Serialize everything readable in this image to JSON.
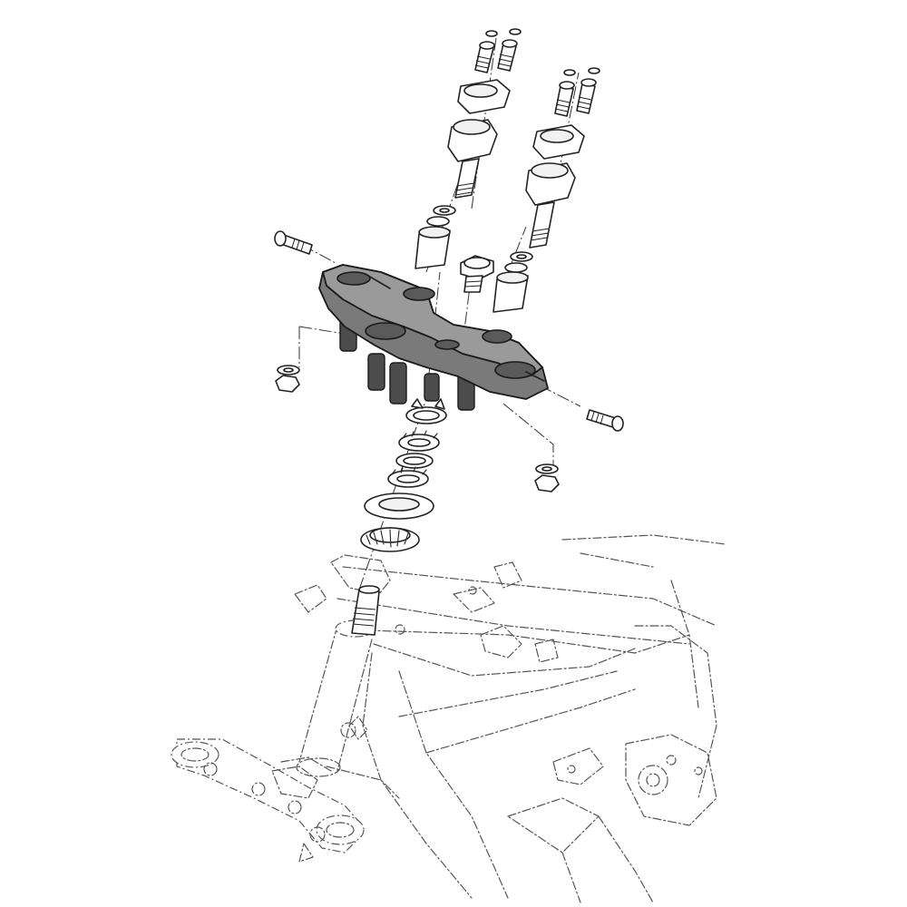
{
  "diagram": {
    "kind": "exploded-assembly-line-drawing",
    "highlighted_part": "triple-clamp-top",
    "highlight_color": "#8a8a8a",
    "line_color": "#222222",
    "frame_line_style": "dash-dot",
    "background": "#ffffff"
  }
}
